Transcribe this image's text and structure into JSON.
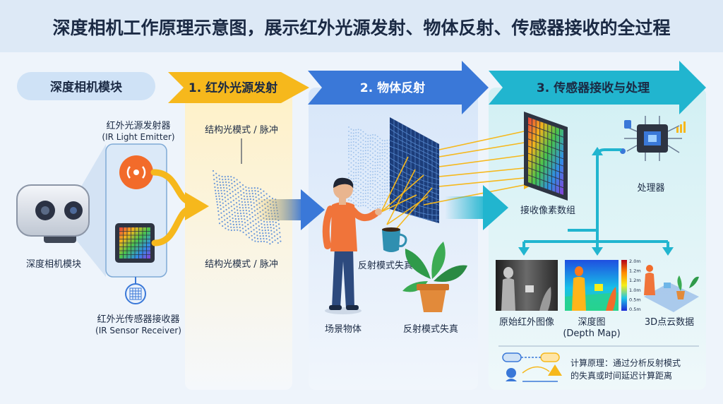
{
  "header": {
    "title": "深度相机工作原理示意图，展示红外光源发射、物体反射、传感器接收的全过程"
  },
  "module": {
    "badge": "深度相机模块",
    "camera_caption": "深度相机模块",
    "emitter_title": "红外光源发射器",
    "emitter_subtitle": "(IR Light Emitter)",
    "receiver_title": "红外光传感器接收器",
    "receiver_subtitle": "(IR Sensor Receiver)"
  },
  "stage1": {
    "label": "1. 红外光源发射",
    "pattern_top": "结构光模式 / 脉冲",
    "pattern_bottom": "结构光模式 / 脉冲"
  },
  "stage2": {
    "label": "2. 物体反射",
    "distortion_mug": "反射模式失真",
    "scene_caption": "场景物体",
    "distortion_plant": "反射模式失真"
  },
  "stage3": {
    "label": "3. 传感器接收与处理",
    "pixel_array": "接收像素数组",
    "processor": "处理器",
    "raw_ir": "原始红外图像",
    "depth_map_title": "深度图",
    "depth_map_subtitle": "(Depth Map)",
    "point_cloud": "3D点云数据",
    "colorbar_ticks": [
      "2.0m",
      "1.2m",
      "1.2m",
      "1.0m",
      "0.5m",
      "0.5m"
    ],
    "formula_line1": "计算原理：通过分析反射模式",
    "formula_line2": "的失真或时间延迟计算距离"
  },
  "colors": {
    "yellow": "#f6b81c",
    "blue": "#3a78d8",
    "teal": "#21b5cf",
    "dark": "#1b2a44"
  }
}
